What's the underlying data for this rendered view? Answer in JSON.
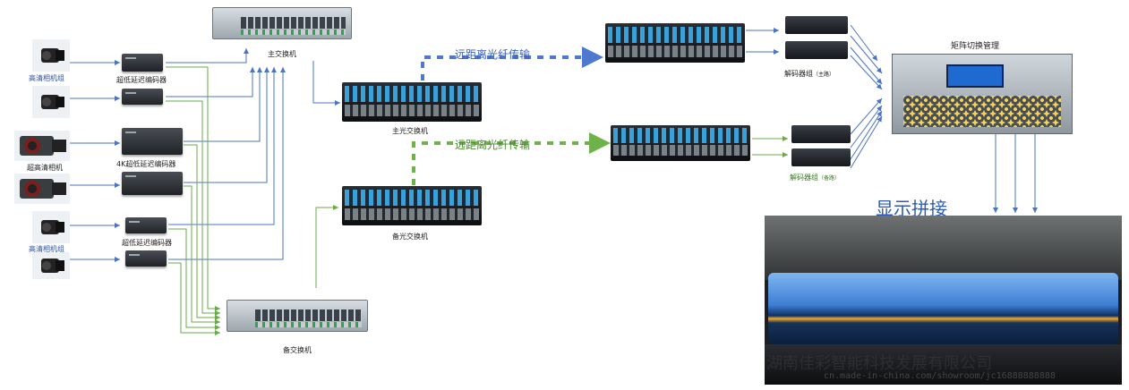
{
  "labels": {
    "hd_camera_group_1": "高清相机组",
    "hd_camera_group_2": "高清相机组",
    "uhd_camera": "超高清相机",
    "low_latency_encoder_1": "超低延迟编码器",
    "low_latency_encoder_2": "超低延迟编码器",
    "uhd_4k_encoder": "4K超低延迟编码器",
    "main_switch": "主交换机",
    "backup_switch": "备交换机",
    "main_fiber_switch": "主光交换机",
    "backup_fiber_switch": "备光交换机",
    "fiber_transmission_main": "远距离光纤传输",
    "fiber_transmission_backup": "远距离光纤传输",
    "decoder_group_main": "解码器组",
    "decoder_group_main_tag": "（主路）",
    "decoder_group_backup": "解码器组",
    "decoder_group_backup_tag": "（备路）",
    "matrix_switch": "矩阵切换管理",
    "video_wall": "显示拼接",
    "watermark_company": "湖南佳彩智能科技发展有限公司",
    "watermark_url": "cn.made-in-china.com/showroom/jc16888888888"
  },
  "colors": {
    "main_link": "#4a73c4",
    "backup_link": "#6aaa4a",
    "fiber_main": "#4f78cf",
    "fiber_backup": "#6db34a"
  }
}
